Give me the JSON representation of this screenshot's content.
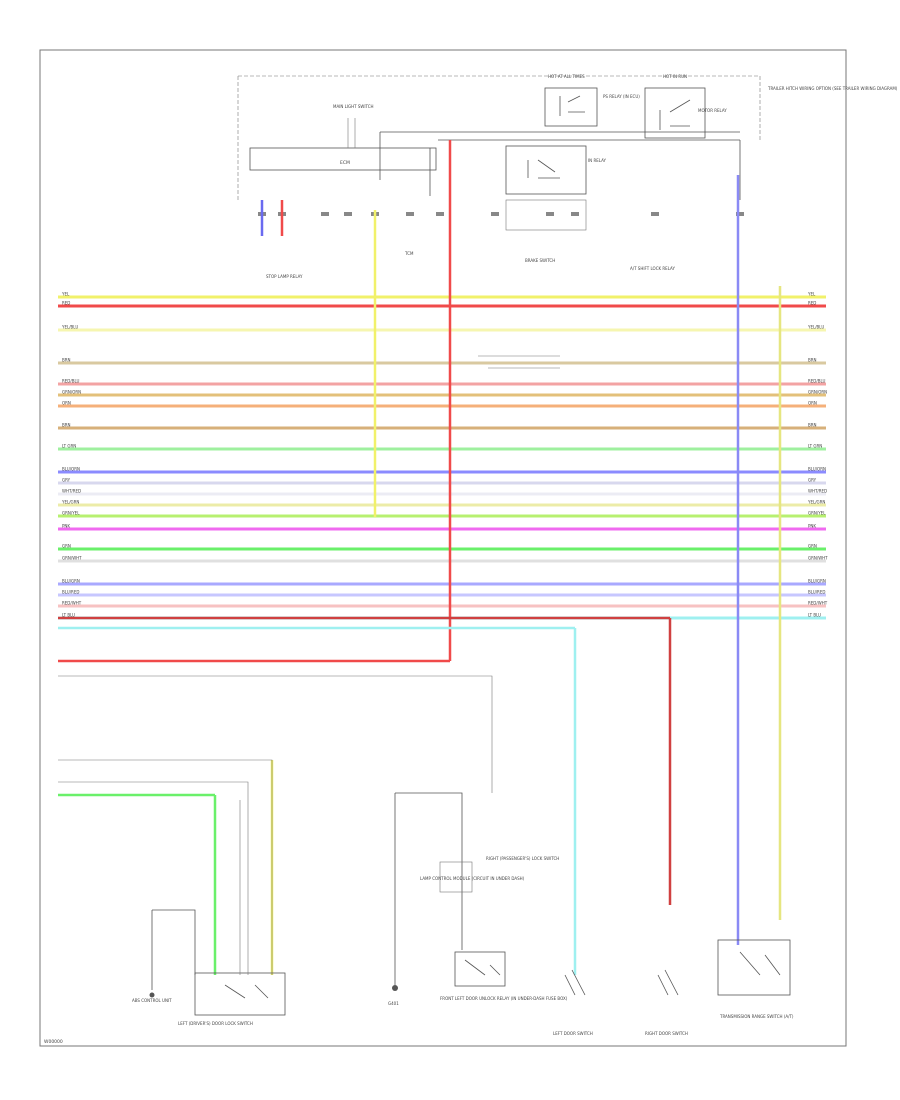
{
  "diagram_id": "W00000",
  "buses": [
    {
      "label": "YEL",
      "color": "#f1f16a"
    },
    {
      "label": "RED",
      "color": "#f04a4a"
    },
    {
      "label": "YEL/BLU",
      "color": "#f6f6b0"
    },
    {
      "label": "BRN",
      "color": "#d9c9a0"
    },
    {
      "label": "RED/BLU",
      "color": "#f3a3a3"
    },
    {
      "label": "GRN/ORN",
      "color": "#e3c07a"
    },
    {
      "label": "ORN",
      "color": "#f5b07a"
    },
    {
      "label": "BRN",
      "color": "#d7b07a"
    },
    {
      "label": "LT GRN",
      "color": "#9ff09f"
    },
    {
      "label": "BLU/ORN",
      "color": "#8b8bff"
    },
    {
      "label": "GRY",
      "color": "#d8d8ee"
    },
    {
      "label": "WHT/RED",
      "color": "#ececf4"
    },
    {
      "label": "YEL/GRN",
      "color": "#ececa8"
    },
    {
      "label": "GRN/YEL",
      "color": "#b7f070"
    },
    {
      "label": "PNK",
      "color": "#f06af0"
    },
    {
      "label": "GRN",
      "color": "#6af06a"
    },
    {
      "label": "GRN/WHT",
      "color": "#e0e0e0"
    },
    {
      "label": "BLU/GRN",
      "color": "#a9a9ff"
    },
    {
      "label": "BLU/RED",
      "color": "#c7c7ff"
    },
    {
      "label": "RED/WHT",
      "color": "#f7c2c2"
    },
    {
      "label": "LT BLU",
      "color": "#9ff0f0"
    }
  ],
  "verticals": [
    {
      "color": "#6a6af0"
    },
    {
      "color": "#f04a4a"
    },
    {
      "color": "#f1f16a"
    },
    {
      "color": "#f04a4a"
    },
    {
      "color": "#9ff0f0"
    },
    {
      "color": "#d04040"
    },
    {
      "color": "#8a8af5"
    },
    {
      "color": "#e6e680"
    },
    {
      "color": "#6af06a"
    },
    {
      "color": "#f1f16a"
    }
  ],
  "top_labels": {
    "fuse_a": "HOT AT ALL TIMES",
    "fuse_b": "HOT IN RUN",
    "relay_a": "PS RELAY (IN ECU)",
    "relay_b": "MOTOR RELAY",
    "side_note": "TRAILER HITCH WIRING OPTION (SEE TRAILER WIRING DIAGRAM)",
    "ecu": "ECM",
    "conn": "MAIN LIGHT SWITCH",
    "stop_relay": "STOP LAMP RELAY",
    "relay_inside": "IN RELAY",
    "brake": "BRAKE SWITCH",
    "tcm": "TCM",
    "junction": "A/T SHIFT LOCK RELAY"
  },
  "bottom_labels": {
    "abs_unit": "ABS CONTROL UNIT",
    "left_sw": "LEFT (DRIVER'S) DOOR LOCK SWITCH",
    "lcm": "LAMP CONTROL MODULE (CIRCUIT IN UNDER DASH)",
    "pass_sw": "RIGHT (PASSENGER'S) LOCK SWITCH",
    "g_label": "G401",
    "door_rel": "FRONT LEFT DOOR UNLOCK RELAY (IN UNDER-DASH FUSE BOX)",
    "left_door": "LEFT DOOR SWITCH",
    "right_door": "RIGHT DOOR SWITCH",
    "trans": "TRANSMISSION RANGE SWITCH (A/T)"
  }
}
